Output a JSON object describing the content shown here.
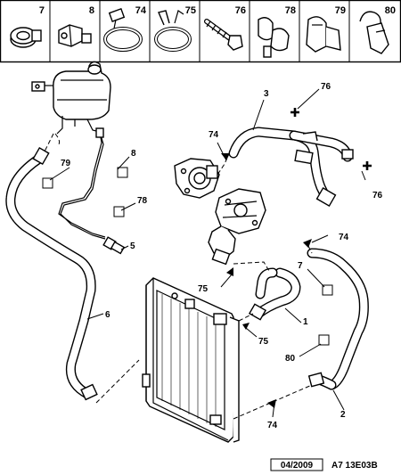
{
  "legend": {
    "items": [
      {
        "ref": "7",
        "icon": "hose-ring-clip-icon"
      },
      {
        "ref": "8",
        "icon": "pipe-clip-icon"
      },
      {
        "ref": "74",
        "icon": "worm-drive-clamp-icon"
      },
      {
        "ref": "75",
        "icon": "spring-clamp-icon"
      },
      {
        "ref": "76",
        "icon": "screw-icon"
      },
      {
        "ref": "78",
        "icon": "double-pipe-clip-icon"
      },
      {
        "ref": "79",
        "icon": "hose-support-clip-icon"
      },
      {
        "ref": "80",
        "icon": "hook-clip-icon"
      }
    ]
  },
  "callouts": {
    "c3": "3",
    "c76a": "76",
    "c74a": "74",
    "c79": "79",
    "c8": "8",
    "c76b": "76",
    "c78": "78",
    "c5": "5",
    "c74b": "74",
    "c7": "7",
    "c75a": "75",
    "c1": "1",
    "c6": "6",
    "c75b": "75",
    "c80": "80",
    "c2": "2",
    "c74c": "74"
  },
  "footer": {
    "date": "04/2009",
    "ref": "A7 13E03B"
  }
}
